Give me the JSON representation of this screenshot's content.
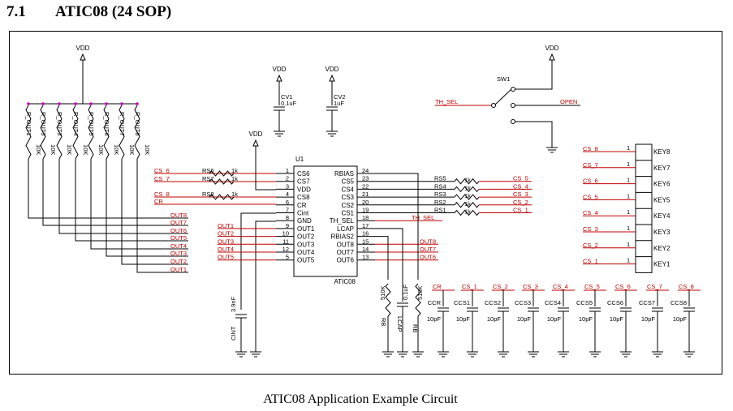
{
  "section": {
    "number": "7.1",
    "title": "ATIC08 (24 SOP)"
  },
  "caption": "ATIC08 Application Example Circuit",
  "ic": {
    "ref": "U1",
    "part": "ATIC08",
    "left_pins": [
      {
        "num": "1",
        "name": "CS6"
      },
      {
        "num": "2",
        "name": "CS7"
      },
      {
        "num": "3",
        "name": "VDD"
      },
      {
        "num": "4",
        "name": "CS8"
      },
      {
        "num": "6",
        "name": "CR"
      },
      {
        "num": "7",
        "name": "Cint"
      },
      {
        "num": "8",
        "name": "GND"
      },
      {
        "num": "9",
        "name": "OUT1"
      },
      {
        "num": "10",
        "name": "OUT2"
      },
      {
        "num": "11",
        "name": "OUT3"
      },
      {
        "num": "12",
        "name": "OUT4"
      },
      {
        "num": "5",
        "name": "OUT5"
      }
    ],
    "right_pins": [
      {
        "num": "24",
        "name": "RBIAS"
      },
      {
        "num": "23",
        "name": "CS5"
      },
      {
        "num": "22",
        "name": "CS4"
      },
      {
        "num": "21",
        "name": "CS3"
      },
      {
        "num": "20",
        "name": "CS2"
      },
      {
        "num": "19",
        "name": "CS1"
      },
      {
        "num": "18",
        "name": "TH_SEL"
      },
      {
        "num": "17",
        "name": "LCAP"
      },
      {
        "num": "16",
        "name": "RBIAS2"
      },
      {
        "num": "15",
        "name": "OUT8"
      },
      {
        "num": "14",
        "name": "OUT7"
      },
      {
        "num": "13",
        "name": "OUT6"
      }
    ]
  },
  "vdd": "VDD",
  "pullups": {
    "names": [
      "R_OUT1",
      "R_OUT3",
      "R_OUT3",
      "R_OUT4",
      "R_OUT5",
      "R_OUT6",
      "R_OUT7",
      "R_OUT8"
    ],
    "values": [
      "10K",
      "10K",
      "10K",
      "10K",
      "10K",
      "10K",
      "10K",
      "10K"
    ],
    "nets": [
      "OUT8",
      "OUT7",
      "OUT6",
      "OUT5",
      "OUT4",
      "OUT3",
      "OUT2",
      "OUT1"
    ]
  },
  "left_series": [
    {
      "net": "CS_6",
      "res": "RS6",
      "val": "1k"
    },
    {
      "net": "CS_7",
      "res": "RS7",
      "val": "1k"
    },
    {
      "net": "CS_8",
      "res": "RS8",
      "val": "1k"
    },
    {
      "net": "CR",
      "res": "",
      "val": ""
    }
  ],
  "left_out_nets": [
    "OUT1",
    "OUT2",
    "OUT3",
    "OUT4",
    "OUT5"
  ],
  "right_series": [
    {
      "res": "RS5",
      "val": "1k",
      "net": "CS_5"
    },
    {
      "res": "RS4",
      "val": "1k",
      "net": "CS_4"
    },
    {
      "res": "RS3",
      "val": "1k",
      "net": "CS_3"
    },
    {
      "res": "RS2",
      "val": "1k",
      "net": "CS_2"
    },
    {
      "res": "RS1",
      "val": "1k",
      "net": "CS_1"
    }
  ],
  "th_sel_net": "TH_SEL",
  "right_out_nets": [
    "OUT8",
    "OUT7",
    "OUT6"
  ],
  "decoupling": [
    {
      "ref": "CV1",
      "val": "0.1uF"
    },
    {
      "ref": "CV2",
      "val": "1uF"
    }
  ],
  "switch": {
    "ref": "SW1",
    "left": "TH_SEL",
    "right": "OPEN"
  },
  "keys": [
    {
      "net": "CS_8",
      "pin": "1",
      "name": "KEY8"
    },
    {
      "net": "CS_7",
      "pin": "1",
      "name": "KEY7"
    },
    {
      "net": "CS_6",
      "pin": "1",
      "name": "KEY6"
    },
    {
      "net": "CS_5",
      "pin": "1",
      "name": "KEY5"
    },
    {
      "net": "CS_4",
      "pin": "1",
      "name": "KEY4"
    },
    {
      "net": "CS_3",
      "pin": "1",
      "name": "KEY3"
    },
    {
      "net": "CS_2",
      "pin": "1",
      "name": "KEY2"
    },
    {
      "net": "CS_1",
      "pin": "1",
      "name": "KEY1"
    }
  ],
  "cint": {
    "ref": "CINT",
    "val": "3.9nF"
  },
  "bias": [
    {
      "ref": "RB",
      "val": "510K"
    },
    {
      "ref": "LCAP",
      "val": "0.1uF"
    },
    {
      "ref": "RB",
      "val": "510K"
    }
  ],
  "sense_caps": [
    {
      "net": "CR",
      "ref": "CCR",
      "val": "10pF"
    },
    {
      "net": "CS_1",
      "ref": "CCS1",
      "val": "10pF"
    },
    {
      "net": "CS_2",
      "ref": "CCS2",
      "val": "10pF"
    },
    {
      "net": "CS_3",
      "ref": "CCS3",
      "val": "10pF"
    },
    {
      "net": "CS_4",
      "ref": "CCS4",
      "val": "10pF"
    },
    {
      "net": "CS_5",
      "ref": "CCS5",
      "val": "10pF"
    },
    {
      "net": "CS_6",
      "ref": "CCS6",
      "val": "10pF"
    },
    {
      "net": "CS_7",
      "ref": "CCS7",
      "val": "10pF"
    },
    {
      "net": "CS_8",
      "ref": "CCS8",
      "val": "10pF"
    }
  ],
  "colors": {
    "wire": "#000000",
    "net_label": "#c00000"
  }
}
